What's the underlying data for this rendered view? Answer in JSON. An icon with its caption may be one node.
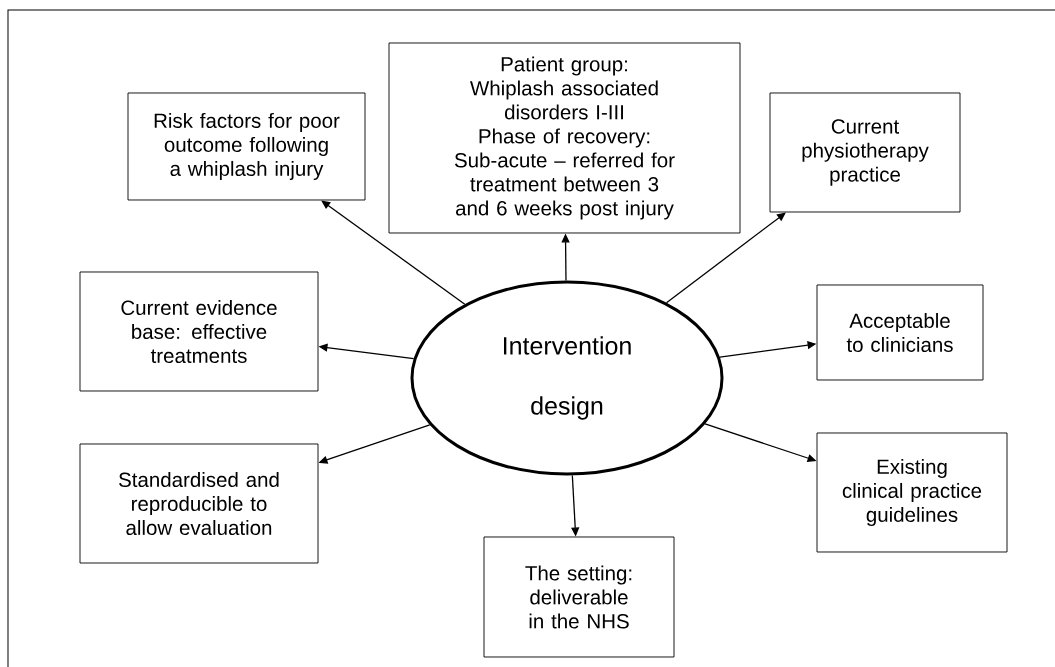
{
  "diagram": {
    "nodes": [
      {
        "text": [
          "Patient group:",
          "Whiplash associated disorders I-III",
          "Phase of recovery:",
          "Sub-acute – referred for treatment between 3 and 6 weeks post injury"
        ]
      },
      {
        "text": [
          "Risk factors for poor outcome following a whiplash injury"
        ]
      },
      {
        "text": [
          "Current physiotherapy practice"
        ]
      },
      {
        "text": [
          "Current evidence base: effective treatments"
        ]
      },
      {
        "text": [
          "Intervention design"
        ]
      },
      {
        "text": [
          "Acceptable to clinicians"
        ]
      },
      {
        "text": [
          "Existing clinical practice guidelines"
        ]
      },
      {
        "text": [
          "Standardised and reproducible to allow evaluation"
        ]
      },
      {
        "text": [
          "The setting: deliverable in the NHS"
        ]
      }
    ],
    "edges": [
      {
        "from": 4,
        "to": 0,
        "arrow": "to"
      },
      {
        "from": 4,
        "to": 1,
        "arrow": "to"
      },
      {
        "from": 4,
        "to": 2,
        "arrow": "to"
      },
      {
        "from": 4,
        "to": 3,
        "arrow": "to"
      },
      {
        "from": 4,
        "to": 5,
        "arrow": "to"
      },
      {
        "from": 4,
        "to": 6,
        "arrow": "to"
      },
      {
        "from": 4,
        "to": 7,
        "arrow": "to"
      },
      {
        "from": 4,
        "to": 8,
        "arrow": "to"
      }
    ]
  }
}
